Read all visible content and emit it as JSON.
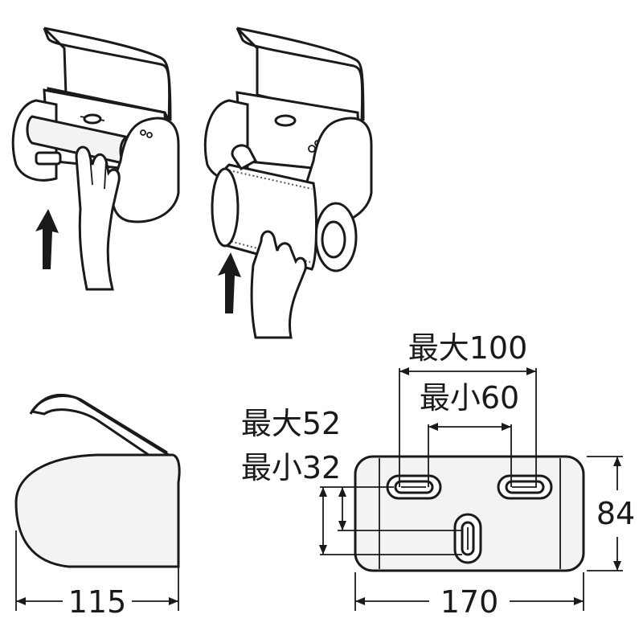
{
  "illustrations": {
    "step1": {
      "arrow_icon": "up-arrow-icon"
    },
    "step2": {
      "arrow_icon": "up-arrow-icon"
    }
  },
  "side_view": {
    "width_label": "115"
  },
  "rear_view": {
    "width_label": "170",
    "height_label": "84",
    "hole_spacing_max_label": "最大100",
    "hole_spacing_min_label": "最小60",
    "vertical_max_label": "最大52",
    "vertical_min_label": "最小32"
  }
}
